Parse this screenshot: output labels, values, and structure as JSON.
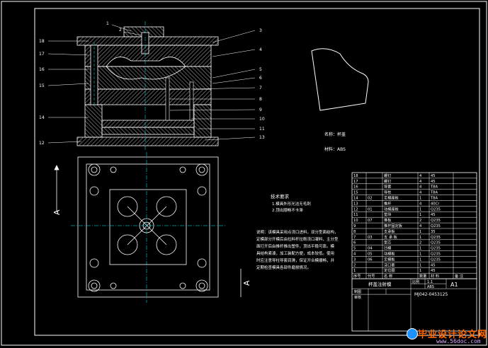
{
  "part_labels": {
    "left": [
      "18",
      "17",
      "16",
      "15",
      "14",
      "12"
    ],
    "right": [
      "3",
      "4",
      "5",
      "6",
      "7",
      "8",
      "9",
      "10",
      "11",
      "13"
    ],
    "top": [
      "1",
      "2"
    ]
  },
  "section_marks": {
    "left": "A",
    "right": "A"
  },
  "part_info": {
    "name_label": "名称：杯盖",
    "material_label": "材料：ABS"
  },
  "tech_req": {
    "title": "技术要求",
    "lines": [
      "1.模具外形光洁无毛刺",
      "2.顶出顺畅不卡滞"
    ]
  },
  "notes": {
    "lines": [
      "说明：该模具采用点浇口进料，双分型面结构，",
      "定模部分开模后由拉料杆拉断浇口凝料，主分型",
      "面打开后由推杆推出塑件，顶出平稳可靠。模",
      "具结构紧凑，加工装配方便，成本较低。使用",
      "时应注意导柱导套润滑，保证开合模顺畅，并",
      "定期检查模具各部件磨损情况。"
    ]
  },
  "bom": {
    "rows": [
      {
        "no": "18",
        "code": "",
        "name": "螺钉",
        "qty": "4",
        "mat": "45"
      },
      {
        "no": "17",
        "code": "",
        "name": "螺钉",
        "qty": "4",
        "mat": "45"
      },
      {
        "no": "16",
        "code": "",
        "name": "导套",
        "qty": "4",
        "mat": "T8A"
      },
      {
        "no": "15",
        "code": "",
        "name": "导柱",
        "qty": "4",
        "mat": "T8A"
      },
      {
        "no": "14",
        "code": "02",
        "name": "定模座板",
        "qty": "1",
        "mat": "T8A"
      },
      {
        "no": "13",
        "code": "",
        "name": "推杆",
        "qty": "4",
        "mat": "40Cr"
      },
      {
        "no": "12",
        "code": "01",
        "name": "动模座板",
        "qty": "1",
        "mat": "Q235"
      },
      {
        "no": "11",
        "code": "",
        "name": "垫块",
        "qty": "1",
        "mat": "45"
      },
      {
        "no": "10",
        "code": "07",
        "name": "推板",
        "qty": "2",
        "mat": "Q235"
      },
      {
        "no": "9",
        "code": "",
        "name": "推杆固定板",
        "qty": "4",
        "mat": "Q235"
      },
      {
        "no": "8",
        "code": "",
        "name": "支承板",
        "qty": "1",
        "mat": "35"
      },
      {
        "no": "7",
        "code": "03",
        "name": "支 承 板",
        "qty": "1",
        "mat": "Q235"
      },
      {
        "no": "6",
        "code": "",
        "name": "型芯",
        "qty": "2",
        "mat": "Q235"
      },
      {
        "no": "5",
        "code": "04",
        "name": "凹模",
        "qty": "1",
        "mat": "Q235"
      },
      {
        "no": "4",
        "code": "05",
        "name": "动模板",
        "qty": "1",
        "mat": "Q235"
      },
      {
        "no": "3",
        "code": "06",
        "name": "定模板",
        "qty": "1",
        "mat": "Q235"
      },
      {
        "no": "2",
        "code": "",
        "name": "浇口套",
        "qty": "1",
        "mat": "45"
      },
      {
        "no": "1",
        "code": "",
        "name": "定位圈",
        "qty": "1",
        "mat": "45"
      }
    ],
    "header": [
      "序号",
      "代号",
      "名 称",
      "数量",
      "材 料",
      "备 注"
    ],
    "title_block": {
      "drawing_name": "杯盖注射模",
      "scale_label": "比例",
      "scale_value": "1:1",
      "material_value": "ABS",
      "sheet": "A1",
      "drawn_label": "制图",
      "checked_label": "审核",
      "drawing_no": "MJ042-0453125"
    }
  },
  "watermark": {
    "main": "毕业设计论文网",
    "url": "www.56doc.com"
  },
  "colors": {
    "background": "#000000",
    "lines": "#ffffff",
    "hatch": "#e8e8e8",
    "accent": "#00ffff"
  }
}
